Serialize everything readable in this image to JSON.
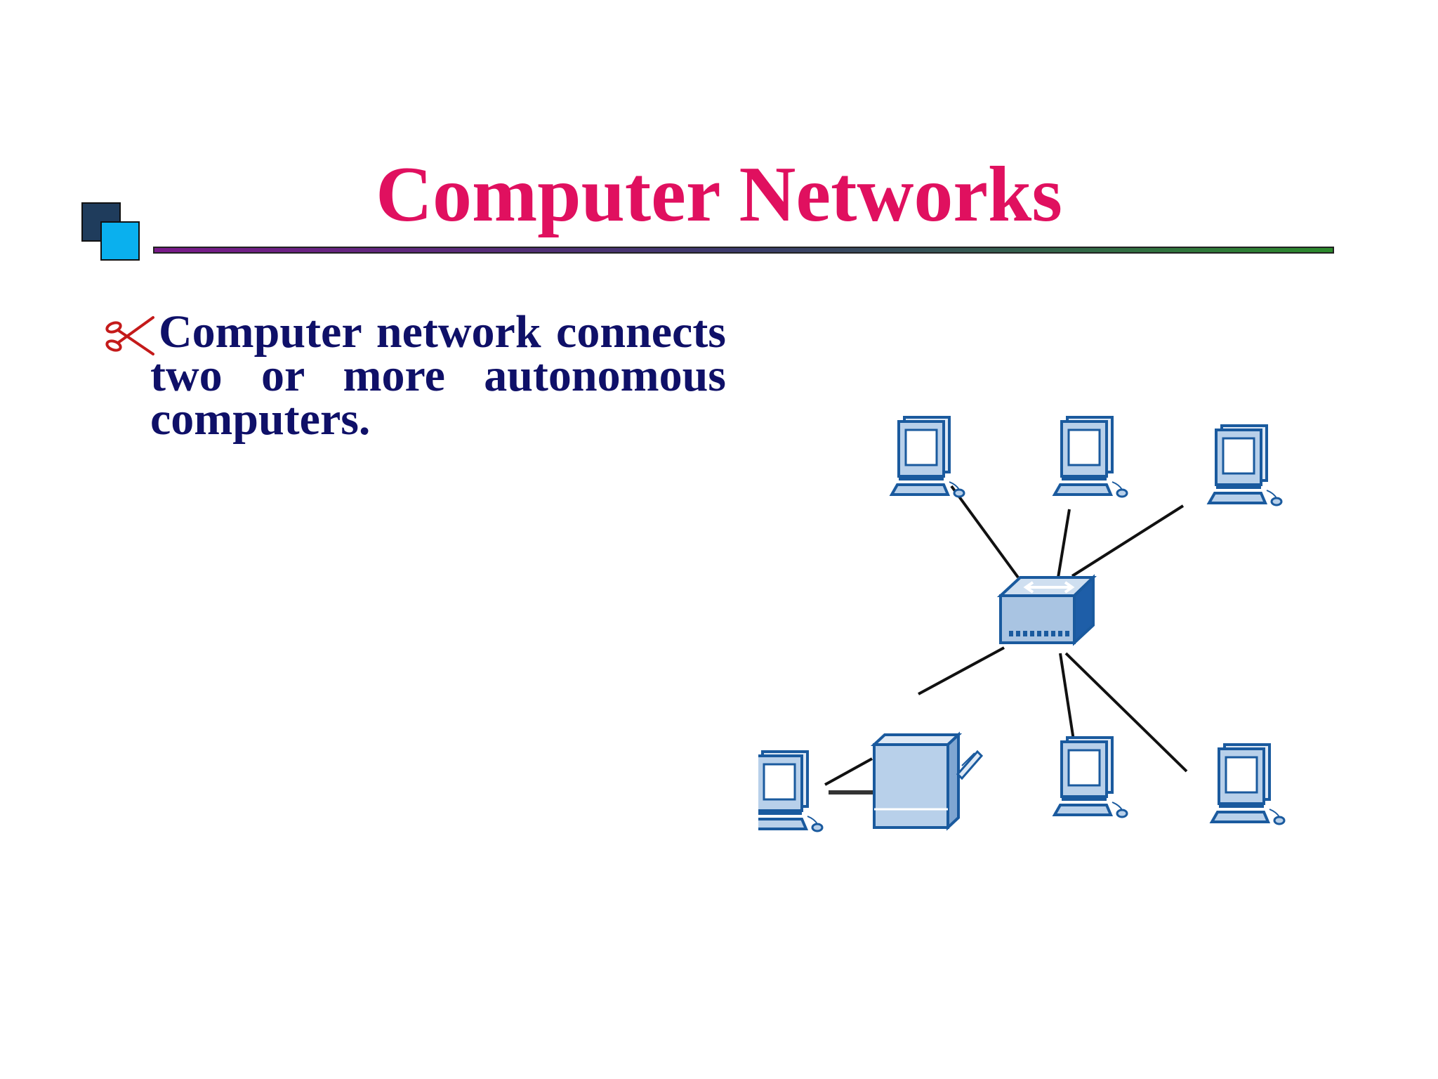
{
  "slide": {
    "title": "Computer Networks",
    "bullets": [
      {
        "text": "Computer network connects two or more autonomous computers."
      }
    ]
  },
  "icons": {
    "bullet_icon": "scissors-icon",
    "logo": "overlapping-squares-icon"
  },
  "colors": {
    "title": "#e0105f",
    "bullet_text": "#0f1068",
    "logo_back": "#1f3c5c",
    "logo_front": "#0ab0ee",
    "rule_start": "#7a1a8a",
    "rule_end": "#2c8a2c",
    "device_blue": "#1a5a9e",
    "device_fill": "#b8d0ea"
  },
  "diagram": {
    "type": "star-network",
    "hub": "switch-icon",
    "nodes": [
      "computer-icon",
      "computer-icon",
      "computer-icon",
      "computer-icon",
      "computer-icon",
      "server-icon",
      "computer-icon"
    ]
  }
}
